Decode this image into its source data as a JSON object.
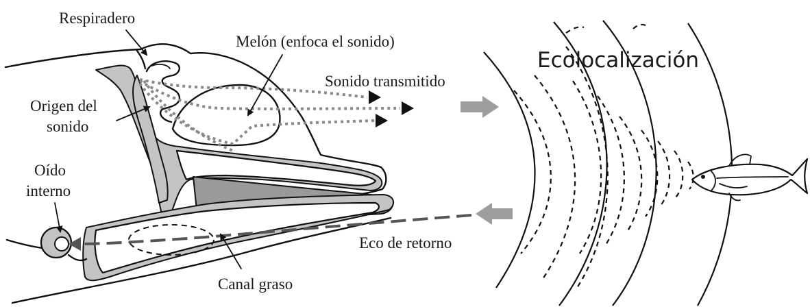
{
  "title": "Ecolocalización",
  "labels": {
    "blowhole": "Respiradero",
    "melon": "Melón (enfoca el sonido)",
    "sound_origin_line1": "Origen del",
    "sound_origin_line2": "sonido",
    "inner_ear_line1": "Oído",
    "inner_ear_line2": "interno",
    "transmitted_sound": "Sonido transmitido",
    "return_echo": "Eco de retorno",
    "fat_channel": "Canal graso"
  },
  "colors": {
    "line": "#111111",
    "bone_fill": "#c4c4c4",
    "jaw_fill": "#9a9a9a",
    "sound_path": "#8a8a8a",
    "arrow_gray": "#9e9e9e",
    "echo_line": "#555555"
  }
}
